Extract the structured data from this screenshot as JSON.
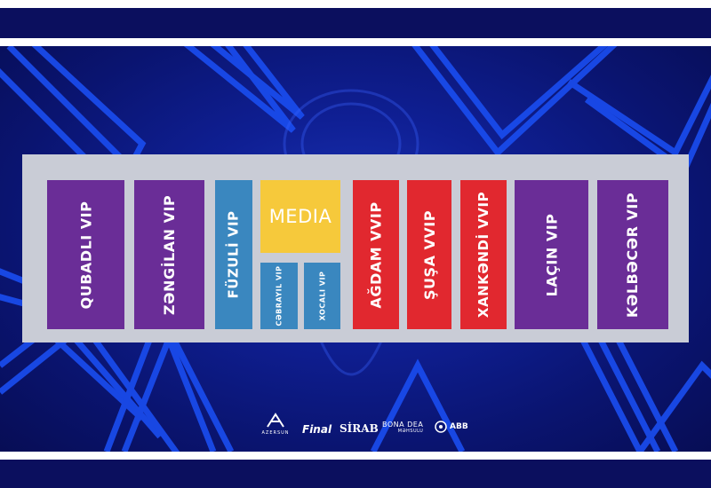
{
  "venue": {
    "boxes": [
      {
        "id": "qubadli",
        "label": "QUBADLI VIP",
        "color": "#6a2d97"
      },
      {
        "id": "zengilan",
        "label": "ZƏNGİLAN VIP",
        "color": "#6a2d97"
      },
      {
        "id": "fuzuli",
        "label": "FÜZULİ VIP",
        "color": "#3a87bf"
      },
      {
        "id": "media",
        "label": "MEDIA",
        "color": "#f6c93b"
      },
      {
        "id": "cebrayil",
        "label": "CƏBRAYIL VIP",
        "color": "#3a87bf"
      },
      {
        "id": "xocali",
        "label": "XOCALI VIP",
        "color": "#3a87bf"
      },
      {
        "id": "agdam",
        "label": "AĞDAM VVIP",
        "color": "#e1282f"
      },
      {
        "id": "susa",
        "label": "ŞUŞA VVIP",
        "color": "#e1282f"
      },
      {
        "id": "xankendi",
        "label": "XANKƏNDİ VVIP",
        "color": "#e1282f"
      },
      {
        "id": "lacin",
        "label": "LAÇIN VIP",
        "color": "#6a2d97"
      },
      {
        "id": "kelbecer",
        "label": "KƏLBƏCƏR VIP",
        "color": "#6a2d97"
      }
    ]
  },
  "sponsors": {
    "azersun": "AZERSUN",
    "final": "Final",
    "sirab": "SİRAB",
    "bonadea": "BONA DEA",
    "bonadea_sub": "MƏHSULU",
    "abb": "ABB"
  }
}
